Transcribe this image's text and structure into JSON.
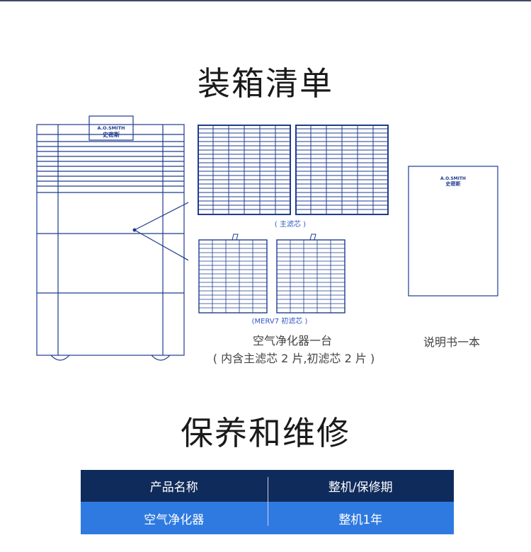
{
  "packing": {
    "title": "装箱清单",
    "purifier_brand_en": "A.O.SMITH",
    "purifier_brand_cn": "史密斯",
    "main_filter_label": "( 主滤芯 )",
    "prefilter_label": "(MERV7 初滤芯 )",
    "purifier_caption_line1": "空气净化器一台",
    "purifier_caption_line2": "( 内含主滤芯 2 片,初滤芯 2 片 )",
    "manual_brand_en": "A.O.SMITH",
    "manual_brand_cn": "史密斯",
    "manual_caption": "说明书一本"
  },
  "maintenance": {
    "title": "保养和维修",
    "headers": [
      "产品名称",
      "整机/保修期"
    ],
    "rows": [
      [
        "空气净化器",
        "整机1年"
      ]
    ]
  },
  "colors": {
    "line_blue": "#1f3b8f",
    "table_header": "#0f2b5b",
    "table_row": "#2f7ae0"
  }
}
